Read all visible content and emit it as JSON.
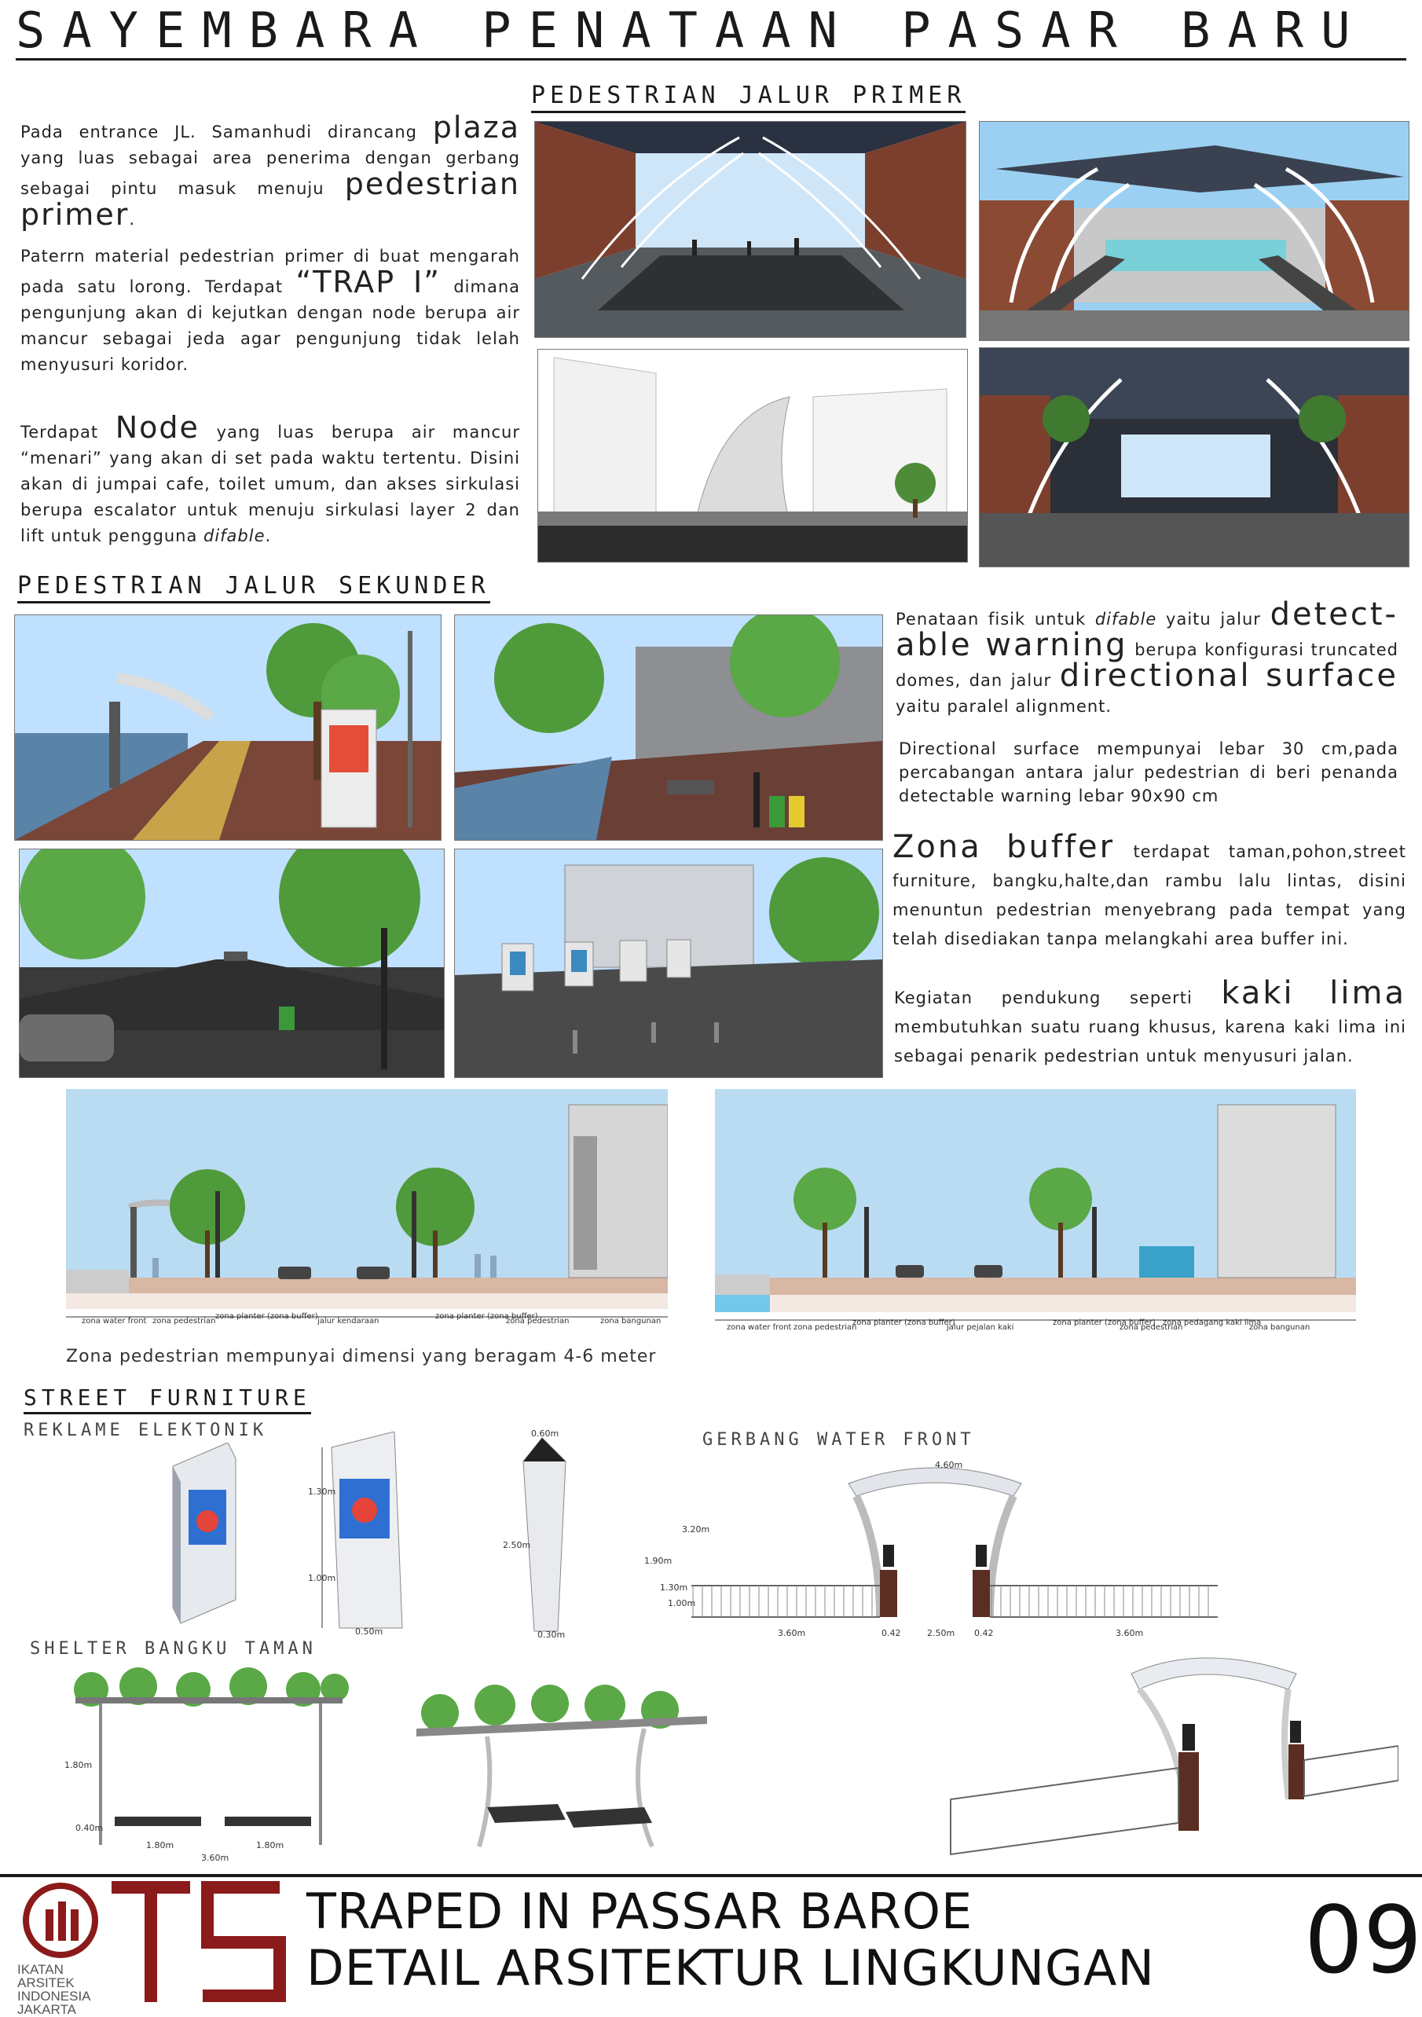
{
  "header": {
    "title": "SAYEMBARA PENATAAN PASAR BARU"
  },
  "sections": {
    "primer": "PEDESTRIAN JALUR PRIMER",
    "sekunder": "PEDESTRIAN JALUR SEKUNDER",
    "furniture": "STREET FURNITURE"
  },
  "primer_text": {
    "p1_a": "Pada entrance JL. Samanhudi dirancang",
    "p1_big1": "plaza",
    "p1_b": "yang luas sebagai area penerima dengan gerbang sebagai pintu masuk menuju",
    "p1_big2": "pedestrian primer",
    "p1_end": ".",
    "p2_a": "Paterrn material pedestrian primer di buat mengarah pada satu lorong. Terdapat",
    "p2_big": "“TRAP I”",
    "p2_b": "dimana pengunjung akan di kejutkan dengan node berupa air mancur sebagai jeda agar pengunjung tidak lelah menyusuri koridor.",
    "p3_a": "Terdapat",
    "p3_big": "Node",
    "p3_b": "yang luas berupa air mancur “menari” yang akan di set pada waktu tertentu. Disini akan di jumpai cafe, toilet umum, dan akses sirkulasi berupa escalator untuk menuju sirkulasi layer 2 dan lift untuk pengguna",
    "p3_em": "difable",
    "p3_end": "."
  },
  "sekunder_text": {
    "p1_a": "Penataan fisik untuk",
    "p1_em": "difable",
    "p1_b": "yaitu jalur",
    "p1_big1": "detect-able warning",
    "p1_c": "berupa konfigurasi truncated domes, dan jalur",
    "p1_big2": "directional surface",
    "p1_d": "yaitu paralel alignment.",
    "p2": "Directional surface mempunyai lebar 30 cm,pada percabangan antara jalur pedestrian di beri penanda detectable warning lebar 90x90 cm",
    "p3_big": "Zona buffer",
    "p3": "terdapat taman,pohon,street furniture, bangku,halte,dan rambu lalu lintas, disini menuntun pedestrian menyebrang pada tempat yang telah disediakan tanpa melangkahi area buffer ini.",
    "p4_a": "Kegiatan pendukung seperti",
    "p4_big": "kaki lima",
    "p4_b": "membutuhkan suatu ruang khusus, karena kaki lima ini sebagai penarik pedestrian untuk menyusuri jalan."
  },
  "section_left_labels": [
    "zona water front",
    "zona pedestrian",
    "zona planter (zona buffer)",
    "jalur kendaraan",
    "zona planter (zona buffer)",
    "zona pedestrian",
    "zona bangunan"
  ],
  "section_right_labels": [
    "zona water front",
    "zona pedestrian",
    "zona planter (zona buffer)",
    "jalur pejalan kaki",
    "zona planter (zona buffer)",
    "zona pedestrian",
    "zona pedagang kaki lima",
    "zona bangunan"
  ],
  "caption": "Zona pedestrian mempunyai dimensi yang beragam 4-6 meter",
  "furniture": {
    "reklame": "REKLAME ELEKTONIK",
    "gerbang": "GERBANG WATER FRONT",
    "shelter": "SHELTER BANGKU TAMAN",
    "reklame_dims": [
      "1.30m",
      "1.00m",
      "0.50m",
      "0.60m",
      "2.50m",
      "0.30m"
    ],
    "gerbang_dims": [
      "4.60m",
      "3.20m",
      "1.90m",
      "1.30m",
      "1.00m",
      "3.60m",
      "0.42",
      "2.50m",
      "0.42",
      "3.60m"
    ],
    "shelter_dims": [
      "1.80m",
      "0.40m",
      "1.80m",
      "1.80m",
      "3.60m"
    ]
  },
  "footer": {
    "line1": "TRAPED IN PASSAR BAROE",
    "line2": "DETAIL ARSITEKTUR LINGKUNGAN",
    "page": "09",
    "logo_letters": "TS",
    "logo_text": [
      "IKATAN",
      "ARSITEK",
      "INDONESIA",
      "JAKARTA"
    ]
  },
  "colors": {
    "logo_red": "#8b1a1a",
    "sky": "#bfe0ff",
    "foliage": "#4f9a3a",
    "road": "#3a3a3a"
  }
}
